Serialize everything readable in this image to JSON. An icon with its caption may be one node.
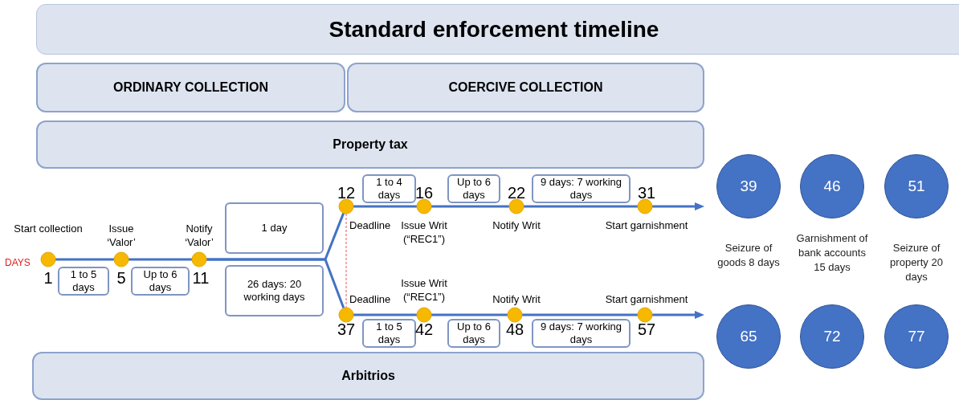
{
  "diagram": {
    "title": "Standard enforcement timeline",
    "nodes": [
      {
        "text": [
          "ORDINARY COLLECTION"
        ]
      },
      {
        "text": [
          "COERCIVE COLLECTION"
        ]
      },
      {
        "text": [
          "Property tax"
        ]
      },
      {
        "text": [
          "Arbitrios"
        ]
      },
      {
        "text": [],
        "shape": "circle",
        "beside": [
          "Start collection",
          "1"
        ]
      },
      {
        "text": [],
        "shape": "circle",
        "beside": [
          "Issue ‘Valor’",
          "5"
        ]
      },
      {
        "text": [],
        "shape": "circle",
        "beside": [
          "Notify ‘Valor’",
          "11"
        ]
      },
      {
        "text": [],
        "shape": "circle",
        "beside": [
          "Deadline",
          "12"
        ]
      },
      {
        "text": [],
        "shape": "circle",
        "beside": [
          "Issue Writ (“REC1”)",
          "16"
        ]
      },
      {
        "text": [],
        "shape": "circle",
        "beside": [
          "Notify Writ",
          "22"
        ]
      },
      {
        "text": [],
        "shape": "circle",
        "beside": [
          "Start garnishment",
          "31"
        ]
      },
      {
        "text": [],
        "shape": "circle",
        "beside": [
          "Deadline",
          "37"
        ]
      },
      {
        "text": [],
        "shape": "circle",
        "beside": [
          "Issue Writ (“REC1”)",
          "42"
        ]
      },
      {
        "text": [],
        "shape": "circle",
        "beside": [
          "Notify Writ",
          "48"
        ]
      },
      {
        "text": [],
        "shape": "circle",
        "beside": [
          "Start garnishment",
          "57"
        ]
      },
      {
        "text": [
          "1 to 5 days"
        ]
      },
      {
        "text": [
          "Up to 6 days"
        ]
      },
      {
        "text": [
          "1 day"
        ]
      },
      {
        "text": [
          "26 days: 20 working days"
        ]
      },
      {
        "text": [
          "1 to 4 days"
        ]
      },
      {
        "text": [
          "Up to 6 days"
        ]
      },
      {
        "text": [
          "9 days: 7 working days"
        ]
      },
      {
        "text": [
          "1 to 5 days"
        ]
      },
      {
        "text": [
          "Up to 6 days"
        ]
      },
      {
        "text": [
          "9 days: 7 working days"
        ]
      },
      {
        "text": [
          "39"
        ]
      },
      {
        "text": [
          "46"
        ]
      },
      {
        "text": [
          "51"
        ]
      },
      {
        "text": [
          "65"
        ]
      },
      {
        "text": [
          "72"
        ]
      },
      {
        "text": [
          "77"
        ]
      }
    ],
    "edges": [
      {
        "from": 4,
        "to": 5,
        "arrow": "none"
      },
      {
        "from": 5,
        "to": 6,
        "arrow": "none"
      },
      {
        "from": 6,
        "to": 7,
        "arrow": "none"
      },
      {
        "from": 6,
        "to": 11,
        "arrow": "none"
      },
      {
        "from": 7,
        "to": 8,
        "arrow": "none"
      },
      {
        "from": 8,
        "to": 9,
        "arrow": "none"
      },
      {
        "from": 9,
        "to": 10,
        "arrow": "none"
      },
      {
        "from": 10,
        "to": null,
        "arrow": "to"
      },
      {
        "from": 11,
        "to": 12,
        "arrow": "none"
      },
      {
        "from": 12,
        "to": 13,
        "arrow": "none"
      },
      {
        "from": 13,
        "to": 14,
        "arrow": "none"
      },
      {
        "from": 14,
        "to": null,
        "arrow": "to"
      },
      {
        "from": 7,
        "to": 11,
        "arrow": "none",
        "style": "dashed",
        "color": "#e05a5a"
      }
    ],
    "labels": [
      "DAYS",
      "Seizure of goods 8 days",
      "Garnishment of bank accounts 15 days",
      "Seizure of property 20 days"
    ]
  }
}
